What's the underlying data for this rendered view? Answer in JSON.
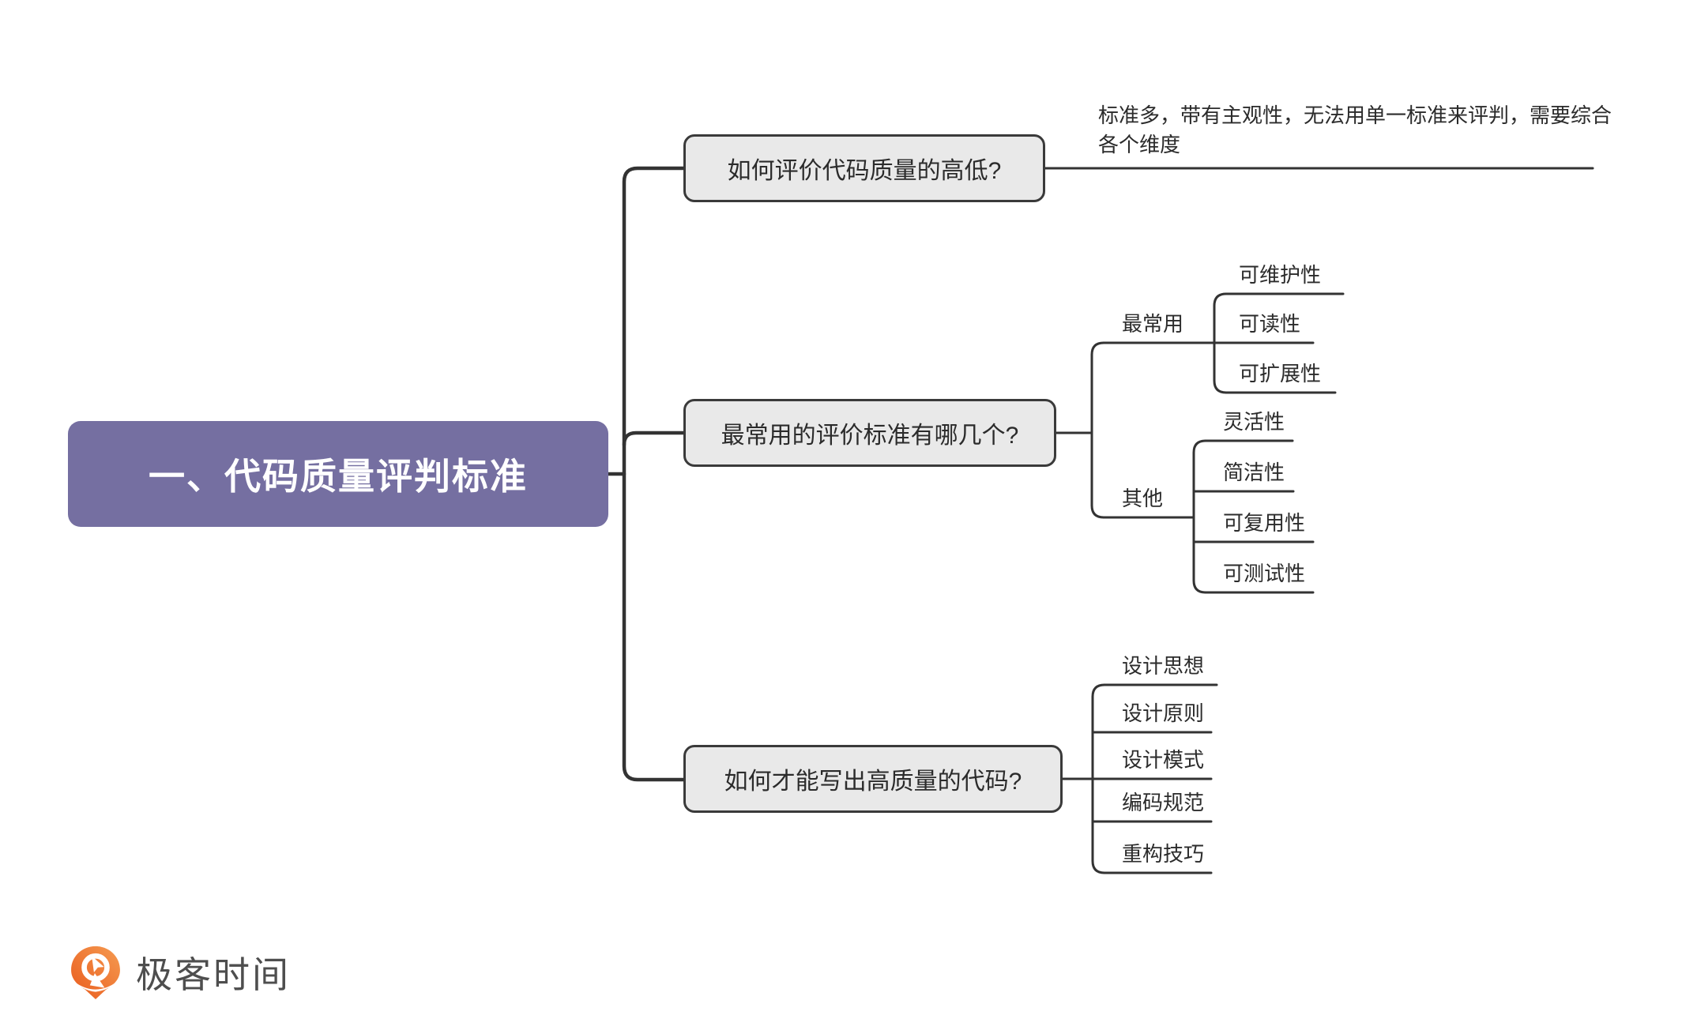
{
  "root": {
    "label": "一、代码质量评判标准"
  },
  "branches": [
    {
      "label": "如何评价代码质量的高低?",
      "note": "标准多，带有主观性，无法用单一标准来评判，需要综合各个维度"
    },
    {
      "label": "最常用的评价标准有哪几个?",
      "groups": [
        {
          "label": "最常用",
          "children": [
            "可维护性",
            "可读性",
            "可扩展性"
          ]
        },
        {
          "label": "其他",
          "children": [
            "灵活性",
            "简洁性",
            "可复用性",
            "可测试性"
          ]
        }
      ]
    },
    {
      "label": "如何才能写出高质量的代码?",
      "children": [
        "设计思想",
        "设计原则",
        "设计模式",
        "编码规范",
        "重构技巧"
      ]
    }
  ],
  "footer": {
    "brand": "极客时间"
  },
  "colors": {
    "root_fill": "#756FA1",
    "node_fill": "#E9E9E9",
    "node_border": "#3A3A3A",
    "line": "#333333",
    "text": "#2B2B2B",
    "brand_orange": "#EB6325",
    "brand_text": "#4E4E4E"
  }
}
